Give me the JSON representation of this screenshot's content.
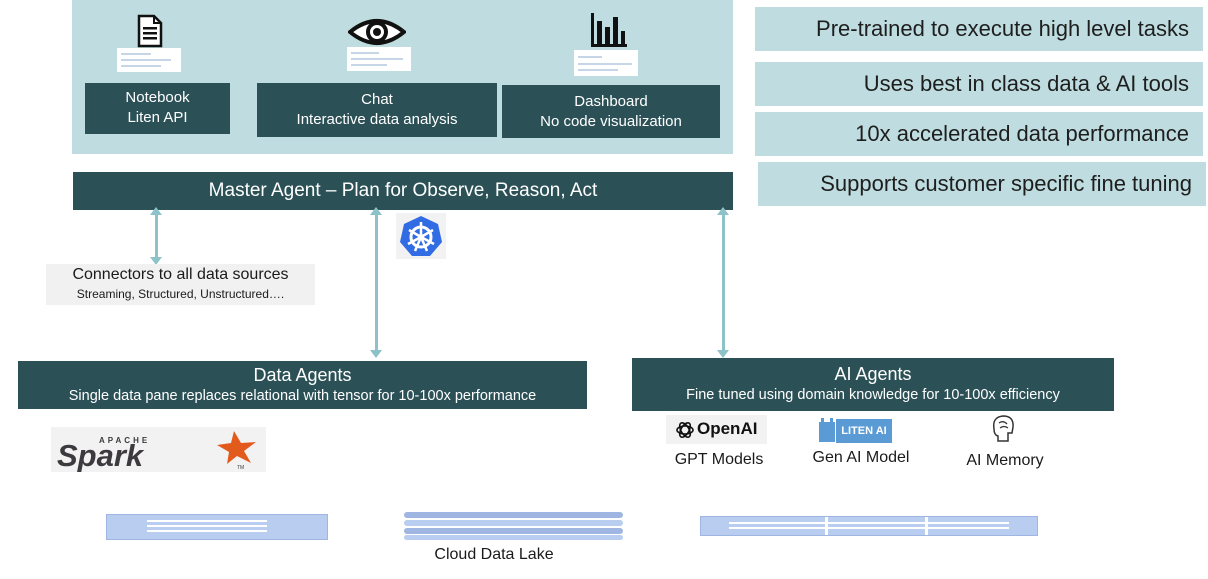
{
  "colors": {
    "panel": "#bfdde0",
    "dark": "#2b5157",
    "arrow": "#8cc2c8",
    "k8s": "#326ce5",
    "spark": "#e25a1c"
  },
  "top_panel": {
    "notebook": {
      "line1": "Notebook",
      "line2": "Liten API",
      "icon": "document-icon"
    },
    "chat": {
      "line1": "Chat",
      "line2": "Interactive data analysis",
      "icon": "eye-icon"
    },
    "dashboard": {
      "line1": "Dashboard",
      "line2": "No code visualization",
      "icon": "bar-chart-icon"
    }
  },
  "features": [
    "Pre-trained to execute high level tasks",
    "Uses best in class data & AI tools",
    "10x accelerated data performance",
    "Supports customer specific fine tuning"
  ],
  "master_agent": "Master Agent – Plan for Observe, Reason, Act",
  "connectors": {
    "title": "Connectors to all data sources",
    "subtitle": "Streaming, Structured, Unstructured…."
  },
  "data_agents": {
    "title": "Data Agents",
    "subtitle": "Single data pane replaces relational with tensor for 10-100x performance"
  },
  "ai_agents": {
    "title": "AI Agents",
    "subtitle": "Fine tuned using domain knowledge for 10-100x efficiency"
  },
  "spark_logo": {
    "top": "APACHE",
    "word": "Spark",
    "tm": "TM"
  },
  "ai_tools": [
    {
      "logo": "OpenAI",
      "label": "GPT Models"
    },
    {
      "logo": "LITEN AI",
      "label": "Gen AI Model"
    },
    {
      "logo": "",
      "label": "AI Memory"
    }
  ],
  "cloud_lake": "Cloud Data Lake"
}
